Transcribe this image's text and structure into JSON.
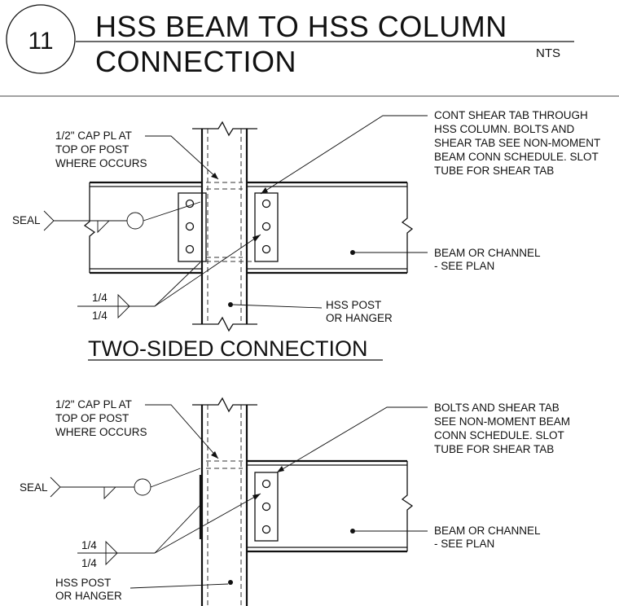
{
  "detail": {
    "number": "11",
    "title_line1": "HSS BEAM TO HSS COLUMN",
    "title_line2": "CONNECTION",
    "scale": "NTS"
  },
  "views": [
    {
      "subtitle": "TWO-SIDED CONNECTION",
      "notes": {
        "cap_plate": [
          "1/2\" CAP PL AT",
          "TOP OF POST",
          "WHERE OCCURS"
        ],
        "shear_tab": [
          "CONT SHEAR TAB THROUGH",
          "HSS COLUMN. BOLTS AND",
          "SHEAR TAB SEE NON-MOMENT",
          "BEAM CONN SCHEDULE. SLOT",
          "TUBE FOR SHEAR TAB"
        ],
        "seal": "SEAL",
        "beam": [
          "BEAM OR CHANNEL",
          "- SEE PLAN"
        ],
        "weld_top": "1/4",
        "weld_bottom": "1/4",
        "post": [
          "HSS POST",
          "OR HANGER"
        ]
      }
    },
    {
      "subtitle": "",
      "notes": {
        "cap_plate": [
          "1/2\" CAP PL AT",
          "TOP OF POST",
          "WHERE OCCURS"
        ],
        "shear_tab": [
          "BOLTS AND SHEAR TAB",
          "SEE NON-MOMENT BEAM",
          "CONN SCHEDULE. SLOT",
          "TUBE FOR SHEAR TAB"
        ],
        "seal": "SEAL",
        "beam": [
          "BEAM OR CHANNEL",
          "- SEE PLAN"
        ],
        "weld_top": "1/4",
        "weld_bottom": "1/4",
        "post": [
          "HSS POST",
          "OR HANGER"
        ]
      }
    }
  ]
}
